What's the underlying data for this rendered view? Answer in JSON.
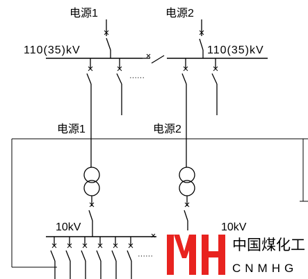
{
  "labels": {
    "top_source_1": "电源1",
    "top_source_2": "电源2",
    "hv_voltage_left": "110(35)kV",
    "hv_voltage_right": "110(35)kV",
    "hv_dots": "······",
    "mid_source_1": "电源1",
    "mid_source_2": "电源2",
    "lv_voltage_left": "10kV",
    "lv_voltage_right": "10kV",
    "lv_dots": "······"
  },
  "watermark": {
    "title": "中国煤化工",
    "subtitle": "CNMHG",
    "logo_color": "#e8231f"
  }
}
